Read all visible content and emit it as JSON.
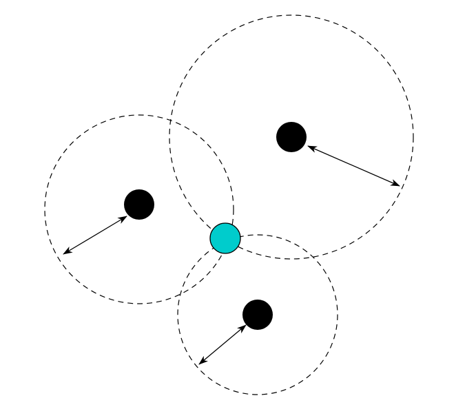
{
  "diagram": {
    "anchors": [
      {
        "id": "left-anchor",
        "fill": "#000000",
        "range_circle": "dashed"
      },
      {
        "id": "top-right-anchor",
        "fill": "#000000",
        "range_circle": "dashed"
      },
      {
        "id": "bottom-anchor",
        "fill": "#000000",
        "range_circle": "dashed"
      }
    ],
    "target": {
      "id": "target-node",
      "fill": "#00cccc",
      "stroke": "#000000"
    },
    "colors": {
      "anchor": "#000000",
      "target": "#00cccc",
      "range_circle": "#000000",
      "arrow": "#000000",
      "background": "#ffffff"
    }
  }
}
